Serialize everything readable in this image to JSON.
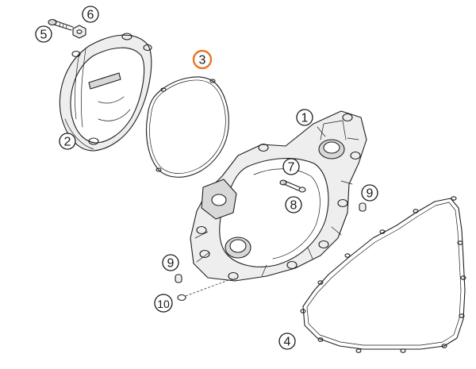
{
  "colors": {
    "highlight": "#e8752a",
    "line": "#1e1e1e",
    "shade": "#d8d8d8"
  },
  "callouts": {
    "c1": "1",
    "c2": "2",
    "c3": "3",
    "c4": "4",
    "c5": "5",
    "c6": "6",
    "c7": "7",
    "c8": "8",
    "c9a": "9",
    "c9b": "9",
    "c10": "10"
  },
  "highlighted_callout": "3"
}
